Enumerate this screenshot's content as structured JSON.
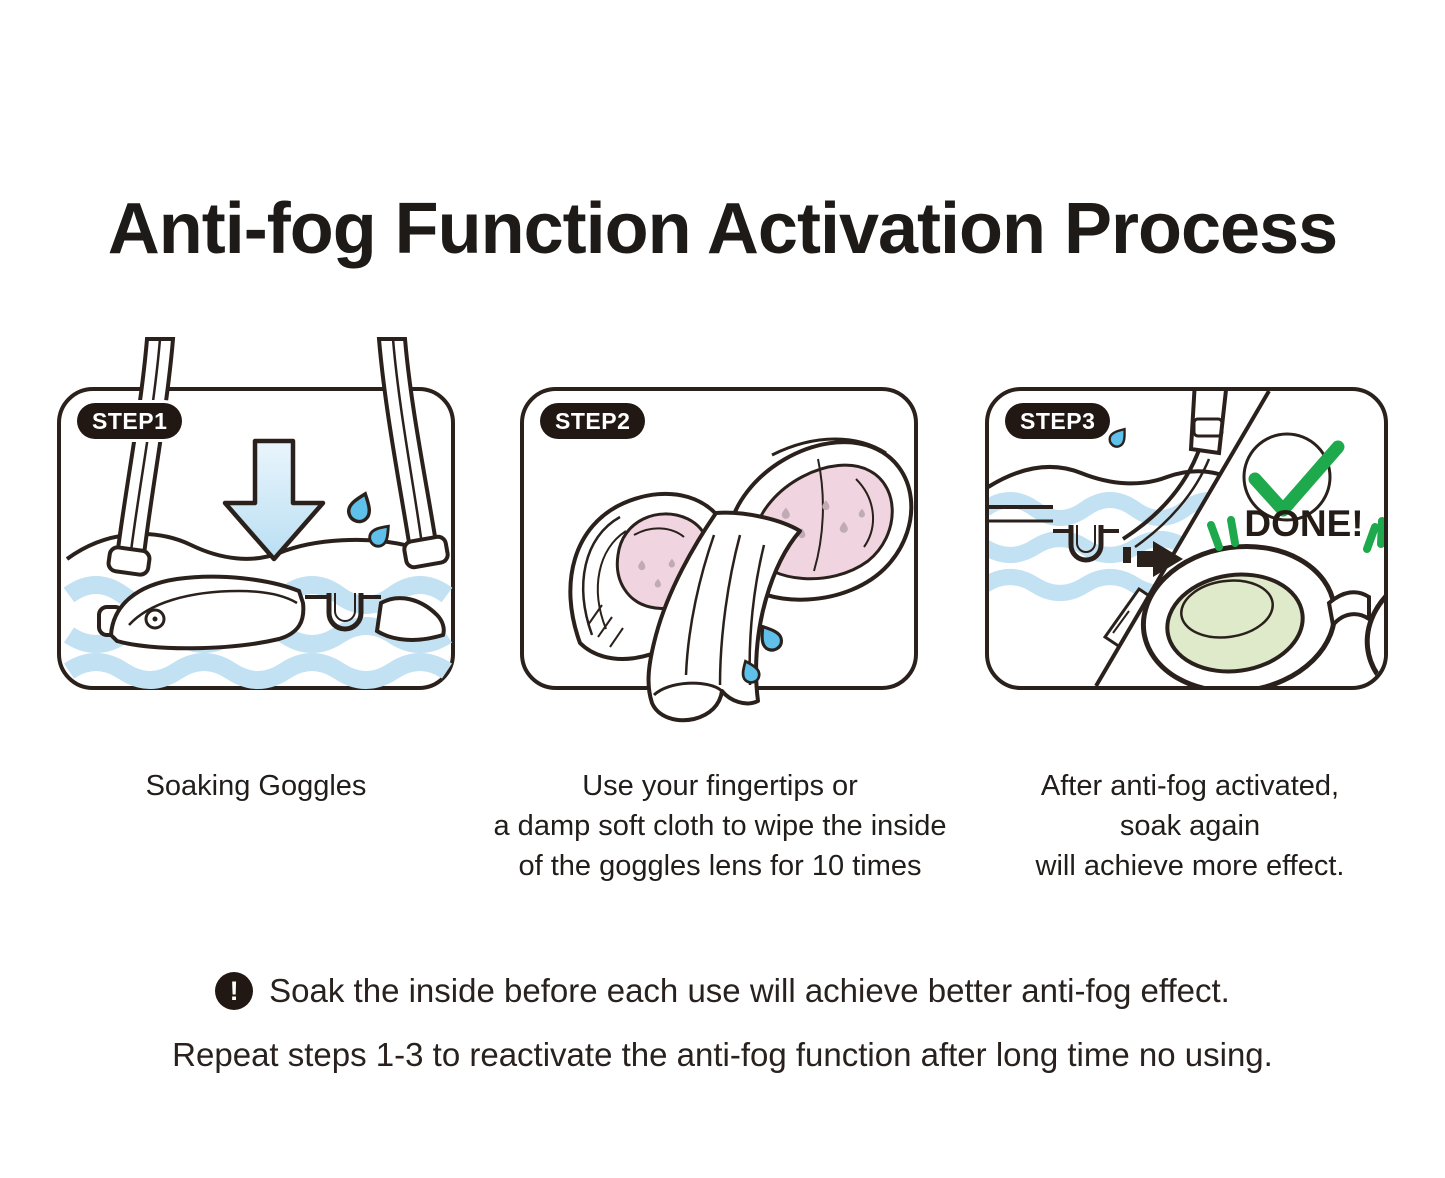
{
  "title": "Anti-fog Function Activation Process",
  "steps": [
    {
      "badge": "STEP1",
      "caption_lines": [
        "Soaking Goggles"
      ]
    },
    {
      "badge": "STEP2",
      "caption_lines": [
        "Use your fingertips or",
        "a damp soft cloth to wipe the inside",
        "of the goggles lens for 10 times"
      ]
    },
    {
      "badge": "STEP3",
      "caption_lines": [
        "After anti-fog activated,",
        "soak again",
        "will achieve more effect."
      ],
      "done_label": "DONE!"
    }
  ],
  "notes": [
    {
      "icon": "exclamation",
      "icon_glyph": "!",
      "text": "Soak the inside before each use will achieve better anti-fog effect."
    },
    {
      "text": "Repeat steps 1-3 to reactivate the anti-fog function after long time no using."
    }
  ],
  "colors": {
    "line": "#2b211c",
    "water_blue": "#c2e2f3",
    "droplet_blue": "#5fc0e9",
    "lens_pink": "#f0d5e0",
    "lens_green": "#dfeacb",
    "check_green": "#1ea94c",
    "badge_background": "#221813",
    "text": "#241d19"
  }
}
